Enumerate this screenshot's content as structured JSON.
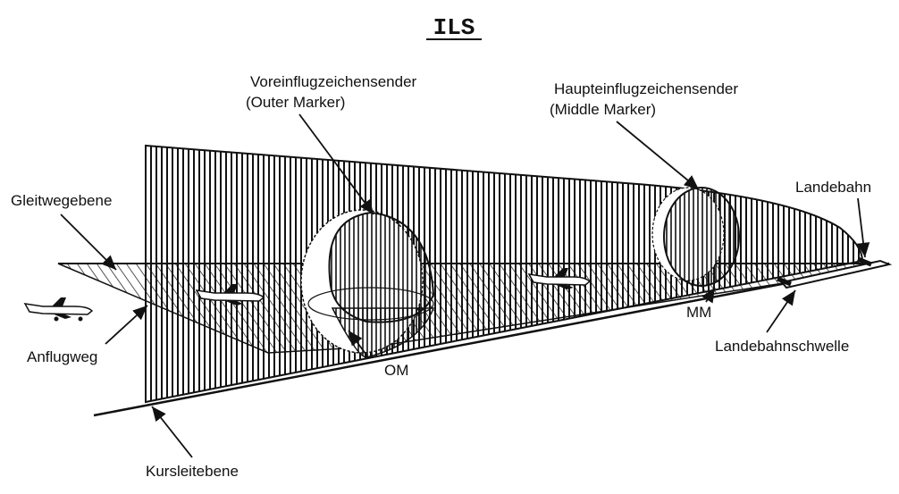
{
  "title": "ILS",
  "labels": {
    "outer_marker_de": "Voreinflugzeichensender",
    "outer_marker_en": "(Outer Marker)",
    "middle_marker_de": "Haupteinflugzeichensender",
    "middle_marker_en": "(Middle Marker)",
    "glide_plane": "Gleitwegebene",
    "runway": "Landebahn",
    "approach_path": "Anflugweg",
    "om": "OM",
    "mm": "MM",
    "threshold": "Landebahnschwelle",
    "course_plane": "Kursleitebene"
  }
}
